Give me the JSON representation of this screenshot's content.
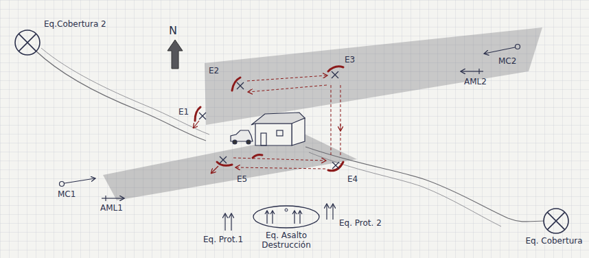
{
  "diagram": {
    "nodes": [
      {
        "text": [
          "Eq.Cobertura 2"
        ]
      },
      {
        "text": [
          "Eq. Asalto Destrucción"
        ]
      },
      {
        "text": [
          "Eq. Cobertura"
        ]
      }
    ],
    "labels": [
      "N",
      "E2",
      "E3",
      "E1",
      "E5",
      "E4",
      "MC2",
      "AML2",
      "MC1",
      "AML1",
      "Eq. Prot.1",
      "Eq. Prot. 2"
    ]
  }
}
